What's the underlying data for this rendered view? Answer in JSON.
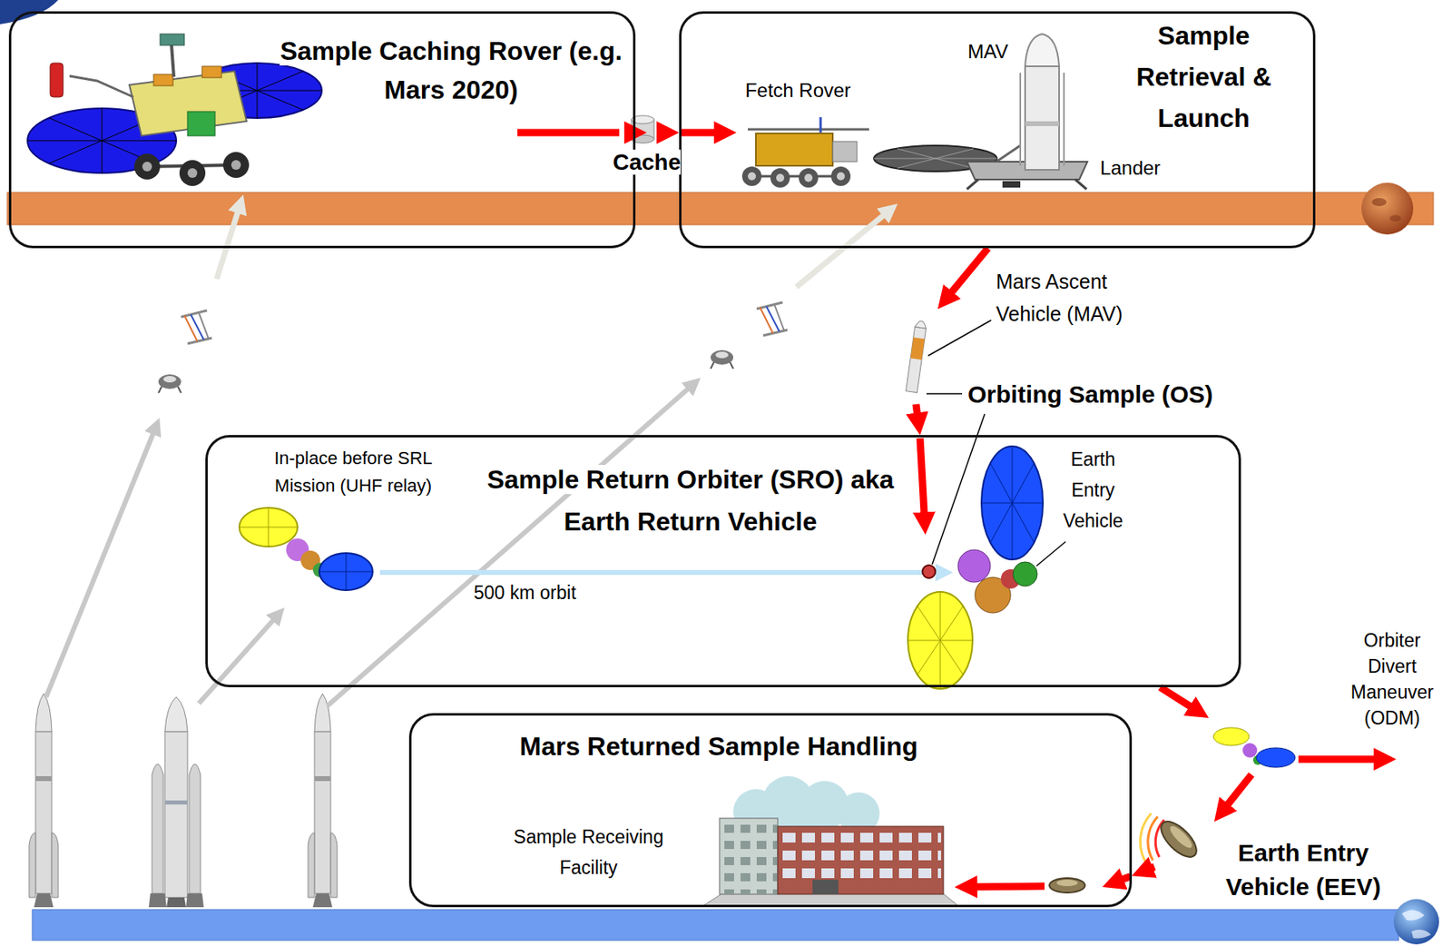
{
  "diagram": {
    "nodes": [
      {
        "text": [
          "Sample Caching Rover (e.g. Mars 2020)"
        ]
      },
      {
        "text": [
          "Sample Retrieval & Launch"
        ]
      },
      {
        "text": [
          "Sample Return Orbiter (SRO) aka Earth Return Vehicle"
        ]
      },
      {
        "text": [
          "Mars Returned Sample Handling"
        ]
      }
    ],
    "edges": [
      {
        "from": 0,
        "to": 1,
        "arrow": "to",
        "label": "Cache"
      },
      {
        "from": 1,
        "to": 2,
        "arrow": "to"
      },
      {
        "from": 2,
        "to": 3,
        "arrow": "to"
      }
    ],
    "labels": [
      "MAV",
      "Fetch Rover",
      "Lander",
      "Mars Ascent Vehicle (MAV)",
      "Orbiting Sample (OS)",
      "In-place before SRL Mission (UHF relay)",
      "500 km orbit",
      "Earth Entry Vehicle",
      "Orbiter Divert Maneuver (ODM)",
      "Earth Entry Vehicle (EEV)",
      "Sample Receiving Facility"
    ]
  }
}
